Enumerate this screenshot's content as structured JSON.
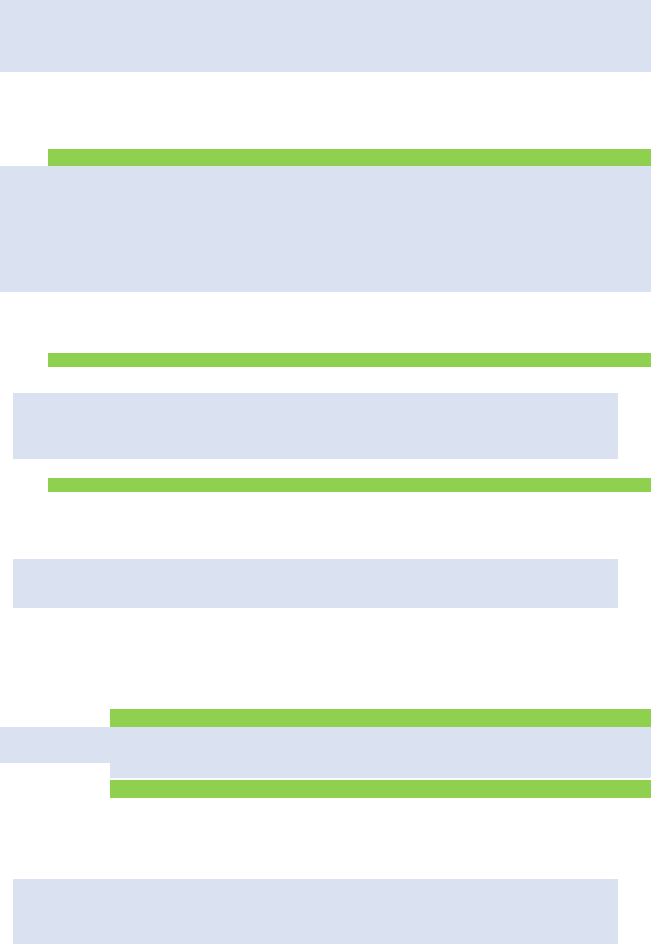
{
  "colors": {
    "panel": "#dae2f2",
    "bar": "#8fd14f",
    "background": "#ffffff"
  },
  "blocks": [
    {
      "id": "p1",
      "kind": "panel"
    },
    {
      "id": "b1",
      "kind": "bar"
    },
    {
      "id": "p2",
      "kind": "panel"
    },
    {
      "id": "b2",
      "kind": "bar"
    },
    {
      "id": "p3",
      "kind": "panel"
    },
    {
      "id": "b3",
      "kind": "bar"
    },
    {
      "id": "p4",
      "kind": "panel"
    },
    {
      "id": "b4",
      "kind": "bar"
    },
    {
      "id": "p5",
      "kind": "panel"
    },
    {
      "id": "b5",
      "kind": "bar"
    },
    {
      "id": "p6",
      "kind": "panel"
    }
  ]
}
